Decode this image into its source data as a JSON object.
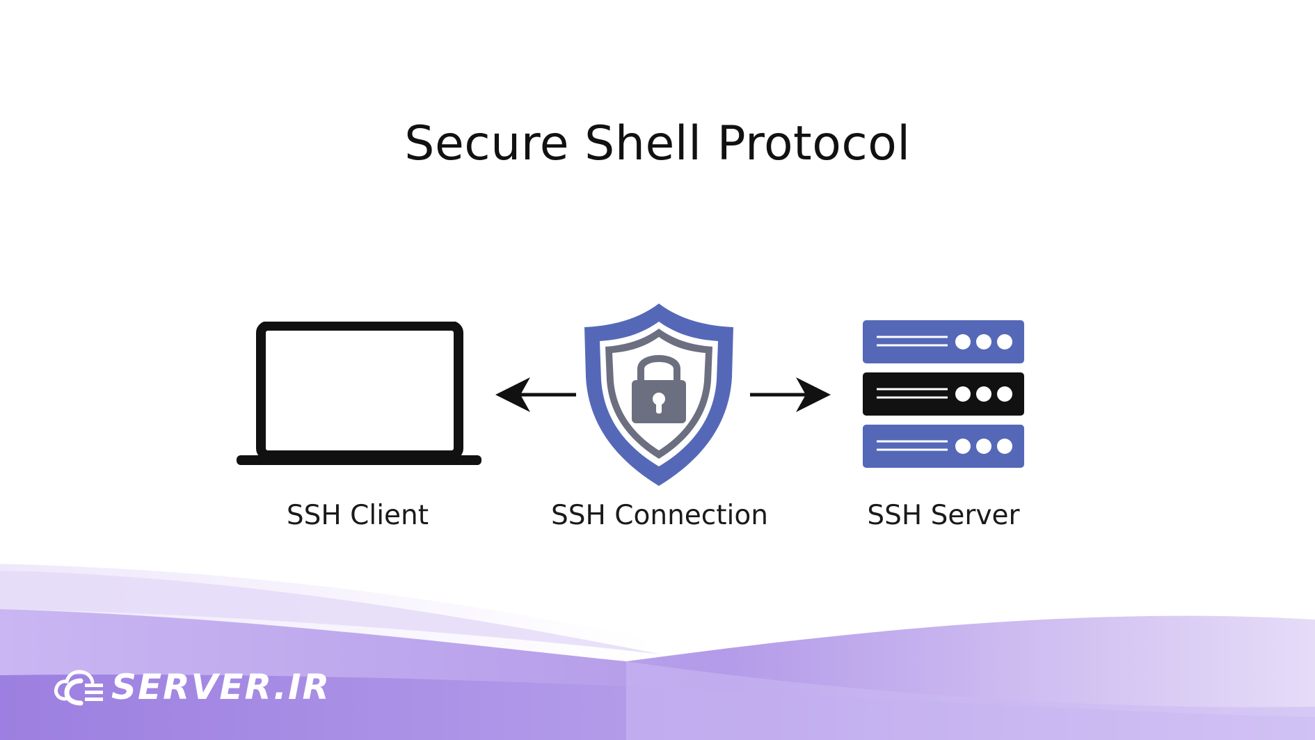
{
  "diagram": {
    "title": "Secure Shell Protocol",
    "nodes": [
      {
        "id": "client",
        "label": "SSH Client",
        "icon": "laptop-icon"
      },
      {
        "id": "connection",
        "label": "SSH Connection",
        "icon": "shield-lock-icon"
      },
      {
        "id": "server",
        "label": "SSH Server",
        "icon": "server-rack-icon"
      }
    ],
    "edges": [
      {
        "from": "connection",
        "to": "client",
        "style": "arrow"
      },
      {
        "from": "connection",
        "to": "server",
        "style": "arrow"
      }
    ]
  },
  "branding": {
    "logo_text": "SERVER.IR",
    "logo_icon": "cloud-server-logo"
  },
  "colors": {
    "background": "#ffffff",
    "accent_blue": "#5568b8",
    "shield_gray": "#6b6f80",
    "black": "#111111",
    "wave_purple": "#a68ee6"
  }
}
